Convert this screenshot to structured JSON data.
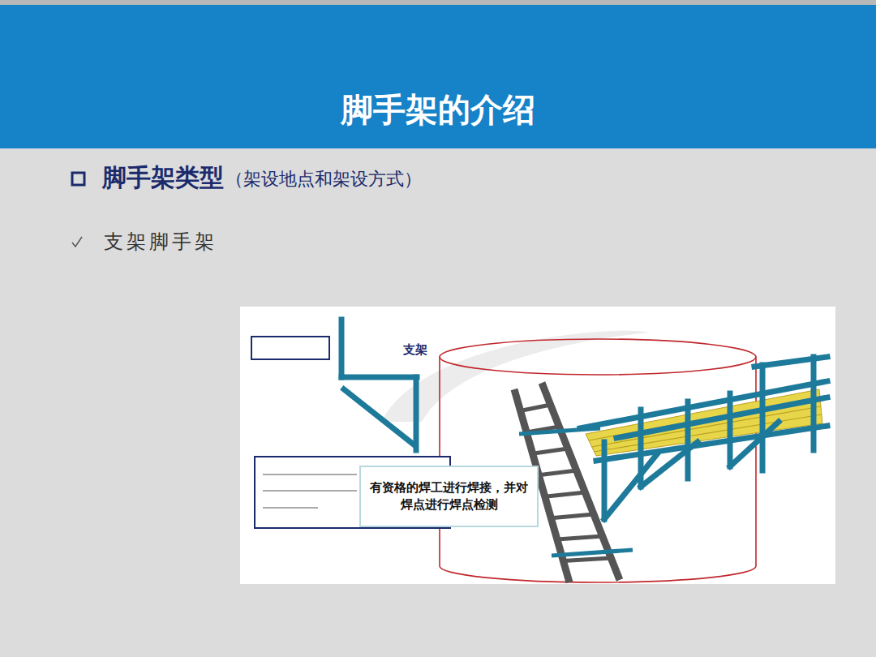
{
  "diagram": {
    "title": "脚手架的介绍",
    "nodes": [
      {
        "text": [
          "有资格的焊工进行焊接，并对焊点进行焊点检测"
        ]
      }
    ],
    "labels": [
      "脚手架类型",
      "（架设地点和架设方式）",
      "支架脚手架",
      "支架"
    ]
  }
}
